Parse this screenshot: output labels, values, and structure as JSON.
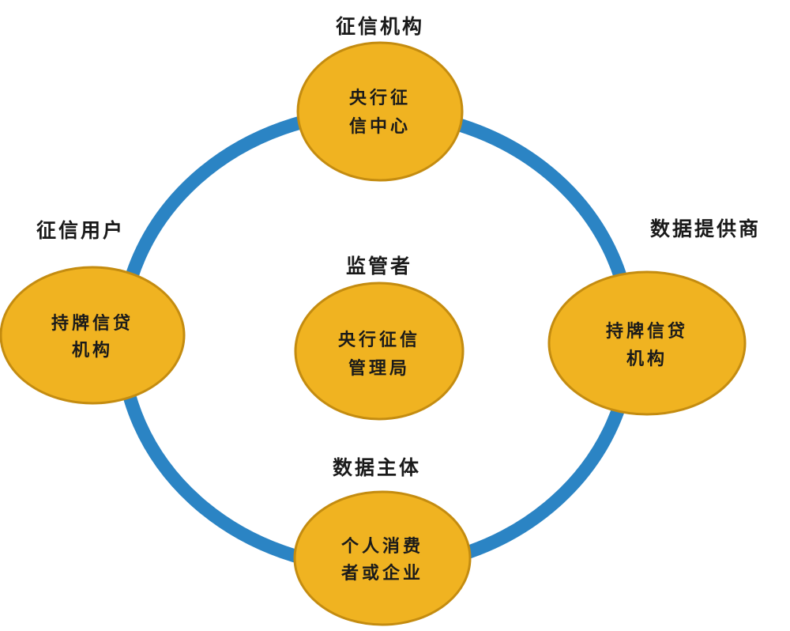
{
  "colors": {
    "ring": "#2b84c4",
    "node_fill": "#f0b321",
    "node_stroke": "#c48c10",
    "text": "#1a1a1a",
    "background": "#ffffff"
  },
  "top": {
    "label": "征信机构",
    "line1": "央行征",
    "line2": "信中心"
  },
  "left": {
    "label": "征信用户",
    "line1": "持牌信贷",
    "line2": "机构"
  },
  "right": {
    "label": "数据提供商",
    "line1": "持牌信贷",
    "line2": "机构"
  },
  "center": {
    "label": "监管者",
    "line1": "央行征信",
    "line2": "管理局"
  },
  "bottom": {
    "label": "数据主体",
    "line1": "个人消费",
    "line2": "者或企业"
  }
}
